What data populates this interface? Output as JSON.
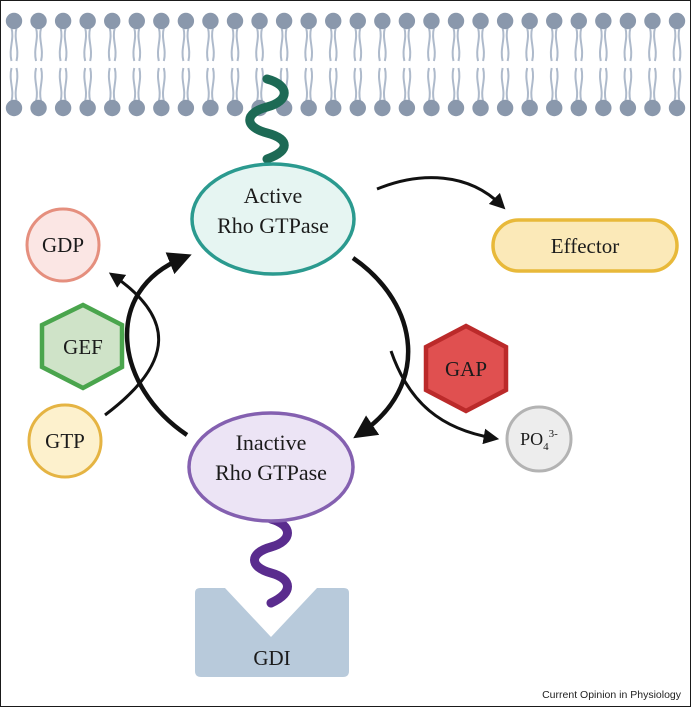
{
  "figure": {
    "active": {
      "line1": "Active",
      "line2": "Rho GTPase"
    },
    "inactive": {
      "line1": "Inactive",
      "line2": "Rho GTPase"
    },
    "effector": "Effector",
    "gdp": "GDP",
    "gef": "GEF",
    "gtp": "GTP",
    "gap": "GAP",
    "phosphate": {
      "base": "PO",
      "sub": "4",
      "sup": "3-"
    },
    "gdi": "GDI",
    "credit": "Current Opinion in Physiology"
  },
  "colors": {
    "membrane_head": "#8a98ac",
    "membrane_tail": "#aebacb",
    "active_fill": "#e6f5f2",
    "active_stroke": "#2b9a8f",
    "active_anchor": "#1d6a55",
    "inactive_fill": "#ece4f5",
    "inactive_stroke": "#8460b0",
    "inactive_anchor": "#5a2c8e",
    "effector_fill": "#fbe9b8",
    "effector_stroke": "#e8b93a",
    "gdp_fill": "#fbe6e4",
    "gdp_stroke": "#e58f7e",
    "gef_fill": "#cfe3c8",
    "gef_stroke": "#4aa54d",
    "gtp_fill": "#fdf1cd",
    "gtp_stroke": "#e5b443",
    "gap_fill": "#e05050",
    "gap_stroke": "#bb2a2a",
    "po4_fill": "#ededed",
    "po4_stroke": "#b3b3b3",
    "gdi_fill": "#b8cadb",
    "arrow": "#111111"
  }
}
